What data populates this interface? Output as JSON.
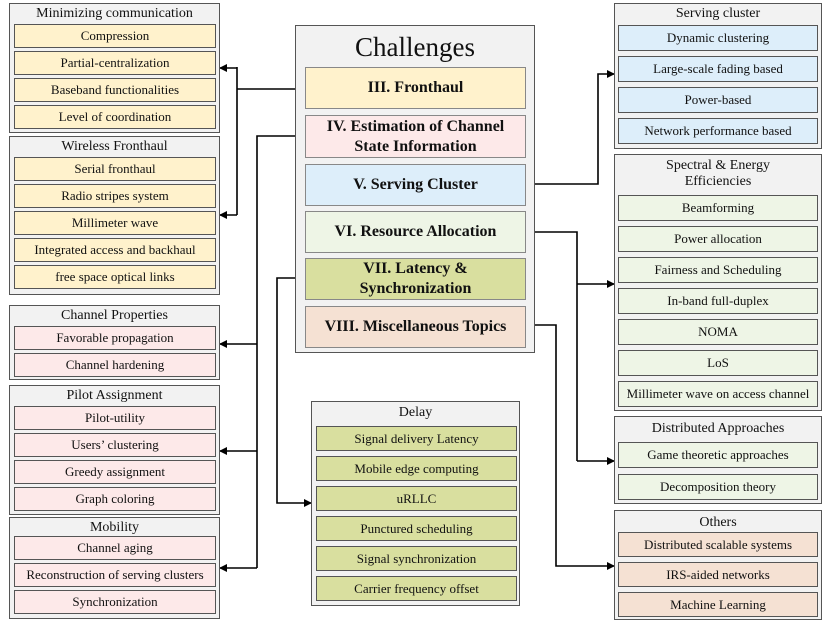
{
  "center": {
    "title": "Challenges",
    "items": [
      "III. Fronthaul",
      "IV. Estimation of Channel State Information",
      "V. Serving Cluster",
      "VI. Resource Allocation",
      "VII. Latency & Synchronization",
      "VIII. Miscellaneous Topics"
    ]
  },
  "groups": {
    "minimizing": {
      "title": "Minimizing communication",
      "items": [
        "Compression",
        "Partial-centralization",
        "Baseband functionalities",
        "Level of coordination"
      ]
    },
    "wireless": {
      "title": "Wireless Fronthaul",
      "items": [
        "Serial fronthaul",
        "Radio stripes system",
        "Millimeter wave",
        "Integrated access and backhaul",
        "free space optical links"
      ]
    },
    "channel": {
      "title": "Channel Properties",
      "items": [
        "Favorable propagation",
        "Channel hardening"
      ]
    },
    "pilot": {
      "title": "Pilot Assignment",
      "items": [
        "Pilot-utility",
        "Users’ clustering",
        "Greedy assignment",
        "Graph coloring"
      ]
    },
    "mobility": {
      "title": "Mobility",
      "items": [
        "Channel aging",
        "Reconstruction of serving clusters",
        "Synchronization"
      ]
    },
    "delay": {
      "title": "Delay",
      "items": [
        "Signal delivery Latency",
        "Mobile edge computing",
        "uRLLC",
        "Punctured scheduling",
        "Signal synchronization",
        "Carrier frequency offset"
      ]
    },
    "serving": {
      "title": "Serving cluster",
      "items": [
        "Dynamic clustering",
        "Large-scale fading based",
        "Power-based",
        "Network performance based"
      ]
    },
    "spectral": {
      "title": "Spectral & Energy Efficiencies",
      "items": [
        "Beamforming",
        "Power allocation",
        "Fairness and Scheduling",
        "In-band full-duplex",
        "NOMA",
        "LoS",
        "Millimeter wave on access channel"
      ]
    },
    "distributed": {
      "title": "Distributed Approaches",
      "items": [
        "Game theoretic approaches",
        "Decomposition theory"
      ]
    },
    "others": {
      "title": "Others",
      "items": [
        "Distributed scalable systems",
        "IRS-aided networks",
        "Machine Learning"
      ]
    }
  },
  "colors": {
    "yellow": "#fff2cc",
    "pink": "#fde9e9",
    "blue": "#ddeefa",
    "green": "#eef5e6",
    "olive": "#d9df9f",
    "peach": "#f5e1d3",
    "group_bg": "#f2f2f2"
  }
}
